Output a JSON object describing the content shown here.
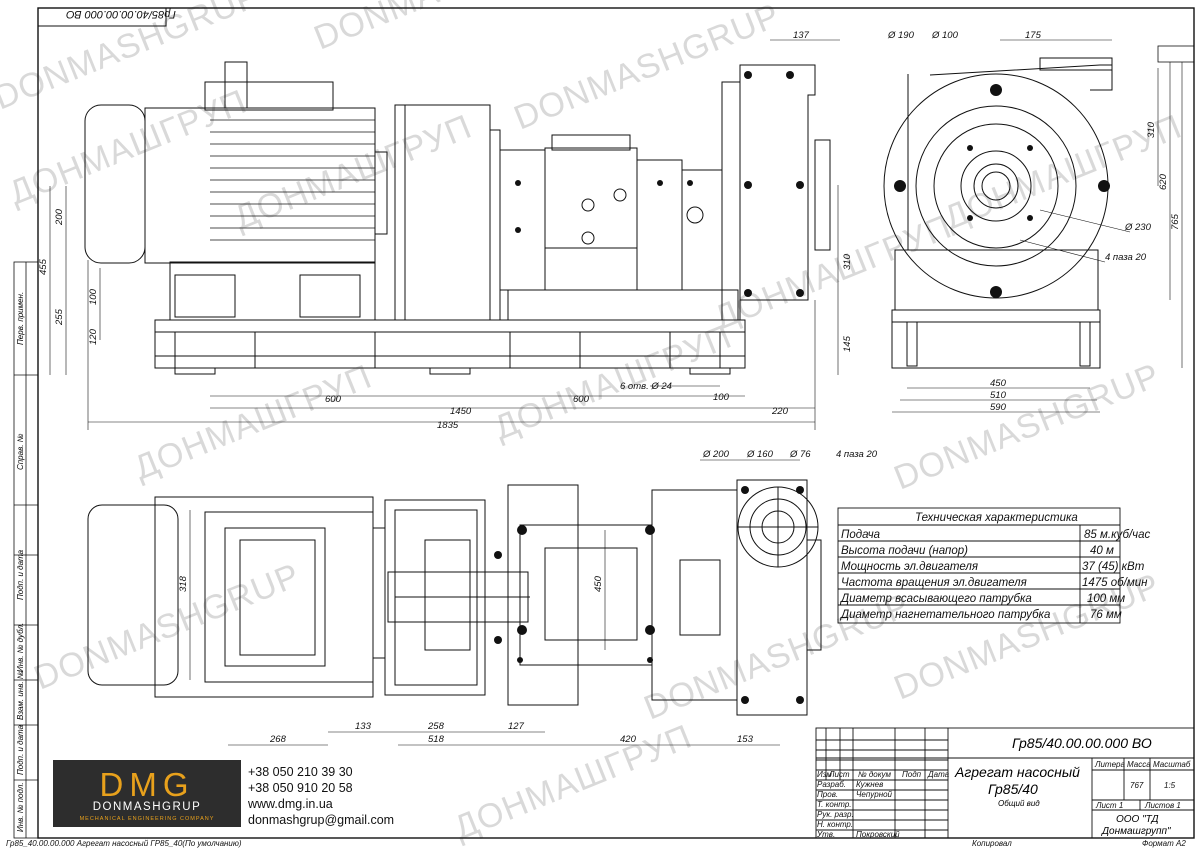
{
  "document": {
    "top_code": "Гр85/40.00.00.000 ВО",
    "watermarks": [
      "DONMASHGRUP",
      "ДОНМАШГРУП",
      "DONMASHGRUP",
      "ДОНМАШГРУП",
      "DONMASHGRUP",
      "ДОНМАШГРУП",
      "DONMASHGRUP",
      "ДОНМАШГРУП",
      "DONMASHGRUP",
      "ДОНМАШГРУП",
      "DONMASHGRUP",
      "ДОНМАШГРУП",
      "DONMASHGRUP",
      "ДОНМАШГРУП"
    ],
    "footer_left": "Гр85_40.00.00.000 Агрегат насосный ГР85_40(По умолчанию)",
    "footer_copy": "Копировал",
    "footer_format": "Формат А2"
  },
  "side_stamp": [
    "Перв. примен.",
    "Справ. №",
    "Подп. и дата",
    "Инв. № дубл.",
    "Взам. инв. №",
    "Подп. и дата",
    "Инв. № подл."
  ],
  "dimensions": {
    "front": {
      "d137": "137",
      "d175": "175",
      "d190": "Ø 190",
      "d100": "Ø 100",
      "d310": "310",
      "d620": "620",
      "d765": "765",
      "d230": "Ø 230",
      "holes": "4 паза 20",
      "d200": "200",
      "d455": "455",
      "d255": "255",
      "d100v": "100",
      "d120": "120",
      "d310b": "310",
      "d145": "145",
      "holes6": "6 отв. Ø 24",
      "d100h": "100",
      "d600a": "600",
      "d600b": "600",
      "d1450": "1450",
      "d220": "220",
      "d1835": "1835",
      "d450": "450",
      "d510": "510",
      "d590": "590"
    },
    "top": {
      "d200": "Ø 200",
      "d160": "Ø 160",
      "d76": "Ø 76",
      "holes": "4 паза 20",
      "d318": "318",
      "d450": "450",
      "d268": "268",
      "d133": "133",
      "d258": "258",
      "d127": "127",
      "d518": "518",
      "d420": "420",
      "d153": "153"
    }
  },
  "spec_table": {
    "title": "Техническая характеристика",
    "rows": [
      {
        "label": "Подача",
        "value": "85 м.куб/час"
      },
      {
        "label": "Высота подачи (напор)",
        "value": "40 м"
      },
      {
        "label": "Мощность эл.двигателя",
        "value": "37 (45) кВт"
      },
      {
        "label": "Частота вращения эл.двигателя",
        "value": "1475 об/мин"
      },
      {
        "label": "Диаметр всасывающего патрубка",
        "value": "100 мм"
      },
      {
        "label": "Диаметр нагнетательного патрубка",
        "value": "76 мм"
      }
    ]
  },
  "title_block": {
    "designation": "Гр85/40.00.00.000 ВО",
    "name_line1": "Агрегат насосный",
    "name_line2": "Гр85/40",
    "name_line3": "Общий вид",
    "col_headers": [
      "Изм",
      "Лист",
      "№ докум",
      "Подп",
      "Дата"
    ],
    "roles": [
      {
        "role": "Разраб.",
        "person": "Кужнев"
      },
      {
        "role": "Пров.",
        "person": "Чепурной"
      },
      {
        "role": "Т. контр.",
        "person": ""
      },
      {
        "role": "Рук. разр.",
        "person": ""
      },
      {
        "role": "Н. контр.",
        "person": ""
      },
      {
        "role": "Утв.",
        "person": "Покровский"
      }
    ],
    "litera": "Литера",
    "massa": "Масса",
    "masshtab": "Масштаб",
    "mass_value": "767",
    "scale_value": "1:5",
    "sheet": "Лист 1",
    "sheets": "Листов 1",
    "org_line1": "ООО \"ТД",
    "org_line2": "Донмашгрупп\""
  },
  "contacts": {
    "phone1": "+38 050 210 39 30",
    "phone2": "+38 050 910 20 58",
    "site": "www.dmg.in.ua",
    "email": "donmashgrup@gmail.com"
  },
  "logo": {
    "mark": "DMG",
    "name": "DONMASHGRUP",
    "sub": "MECHANICAL ENGINEERING COMPANY"
  },
  "colors": {
    "logo_bg": "#2d2d2d",
    "logo_accent": "#e8a11c",
    "line": "#111111",
    "watermark": "#d9d9d9"
  }
}
